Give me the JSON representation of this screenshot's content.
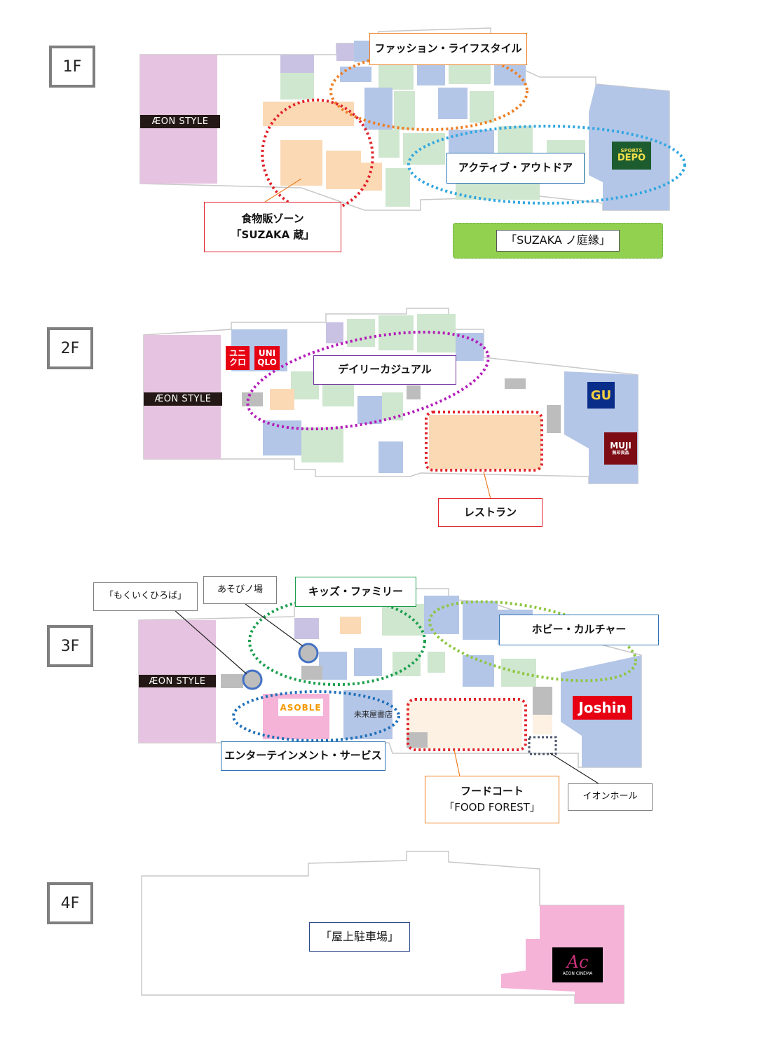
{
  "floors": [
    {
      "label": "1F"
    },
    {
      "label": "2F"
    },
    {
      "label": "3F"
    },
    {
      "label": "4F"
    }
  ],
  "colors": {
    "aeon_style_area": "#e6c3e0",
    "fashion_blue": "#b4c6e7",
    "lifestyle_green": "#cfe6cf",
    "food_peach": "#fbd9b5",
    "lavender": "#c9c2e3",
    "gray_service": "#bdbdbd",
    "pink_cinema": "#f5b3d8",
    "corridor": "#ffffff"
  },
  "floor1": {
    "fashion_lifestyle": "ファッション・ライフスタイル",
    "active_outdoor": "アクティブ・アウトドア",
    "food_zone_line1": "食物販ゾーン",
    "food_zone_line2": "「SUZAKA 蔵」",
    "garden": "「SUZAKA ノ庭縁」",
    "aeon_style": "ÆON STYLE",
    "sports_depo_small": "SPORTS",
    "sports_depo": "DEPO"
  },
  "floor2": {
    "daily_casual": "デイリーカジュアル",
    "restaurant": "レストラン",
    "aeon_style": "ÆON STYLE",
    "uniqlo_jp_1": "ユニ",
    "uniqlo_jp_2": "クロ",
    "uniqlo_en_1": "UNI",
    "uniqlo_en_2": "QLO",
    "gu": "GU",
    "muji": "MUJI",
    "muji_sub": "無印良品"
  },
  "floor3": {
    "mokuiku": "「もくいくひろば」",
    "asobi": "あそびノ場",
    "kids_family": "キッズ・ファミリー",
    "hobby_culture": "ホビー・カルチャー",
    "entertainment": "エンターテインメント・サービス",
    "food_court_line1": "フードコート",
    "food_court_line2": "「FOOD FOREST」",
    "aeon_hall": "イオンホール",
    "aeon_style": "ÆON STYLE",
    "asoble": "ASOBLE",
    "miraiya": "未来屋書店",
    "joshin": "Joshin"
  },
  "floor4": {
    "rooftop_parking": "「屋上駐車場」",
    "aeon_cinema_mark": "Ac",
    "aeon_cinema": "AEON CINEMA"
  }
}
